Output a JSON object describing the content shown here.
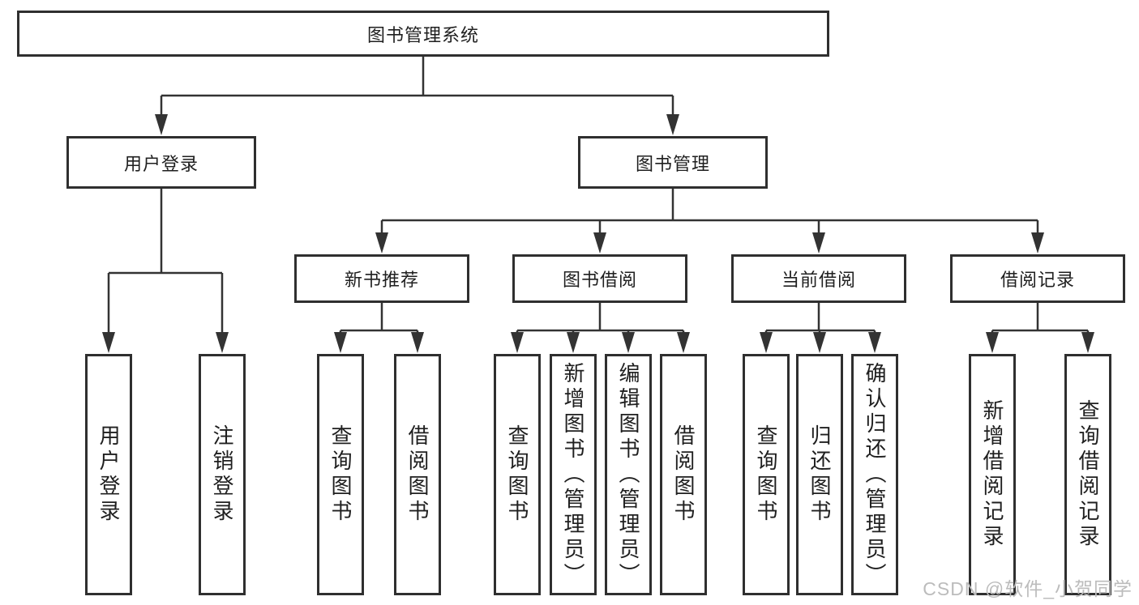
{
  "diagram": {
    "root": "图书管理系统",
    "branches": [
      {
        "label": "用户登录",
        "children": [
          "用户登录",
          "注销登录"
        ]
      },
      {
        "label": "图书管理",
        "groups": [
          {
            "label": "新书推荐",
            "children": [
              "查询图书",
              "借阅图书"
            ]
          },
          {
            "label": "图书借阅",
            "children": [
              "查询图书",
              "新增图书（管理员）",
              "编辑图书（管理员）",
              "借阅图书"
            ]
          },
          {
            "label": "当前借阅",
            "children": [
              "查询图书",
              "归还图书",
              "确认归还（管理员）"
            ]
          },
          {
            "label": "借阅记录",
            "children": [
              "新增借阅记录",
              "查询借阅记录"
            ]
          }
        ]
      }
    ],
    "watermark": "CSDN @软件_小贺同学",
    "colors": {
      "line": "#333333",
      "box_border": "#2f2f2f",
      "text": "#1f1f1f",
      "watermark": "#bcbcbc",
      "background": "#ffffff"
    }
  }
}
